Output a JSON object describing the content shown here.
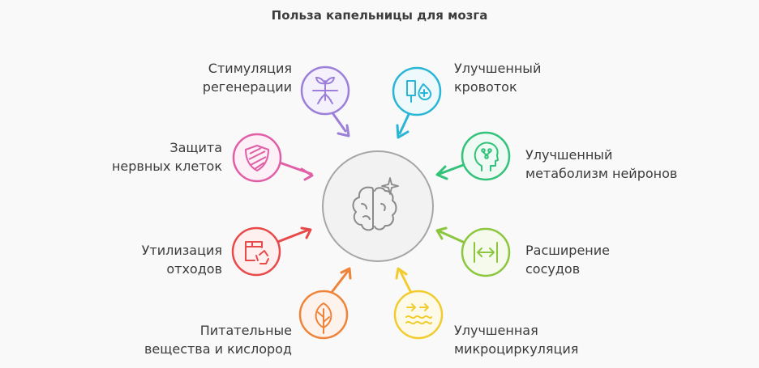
{
  "title": "Польза капельницы для мозга",
  "center": {
    "icon": "brain-sparkle-icon",
    "color": "#9e9e9e"
  },
  "items": [
    {
      "id": "regeneration",
      "line1": "Стимуляция",
      "line2": "регенерации",
      "color": "#9b7fd9",
      "icon": "sprout-roots-icon"
    },
    {
      "id": "bloodflow",
      "line1": "Улучшенный",
      "line2": "кровоток",
      "color": "#29b6d6",
      "icon": "iv-drop-icon"
    },
    {
      "id": "protection",
      "line1": "Защита",
      "line2": "нервных клеток",
      "color": "#e05fa6",
      "icon": "shield-icon"
    },
    {
      "id": "metabolism",
      "line1": "Улучшенный",
      "line2": "метаболизм нейронов",
      "color": "#33c27a",
      "icon": "head-circuit-icon"
    },
    {
      "id": "waste",
      "line1": "Утилизация",
      "line2": "отходов",
      "color": "#e84a4a",
      "icon": "box-recycle-icon"
    },
    {
      "id": "vessels",
      "line1": "Расширение",
      "line2": "сосудов",
      "color": "#8cc63f",
      "icon": "expand-arrows-icon"
    },
    {
      "id": "nutrients",
      "line1": "Питательные",
      "line2": "вещества и кислород",
      "color": "#f0833a",
      "icon": "leaf-icon"
    },
    {
      "id": "microcirculation",
      "line1": "Улучшенная",
      "line2": "микроциркуляция",
      "color": "#f2cc2e",
      "icon": "waves-arrows-icon"
    }
  ]
}
